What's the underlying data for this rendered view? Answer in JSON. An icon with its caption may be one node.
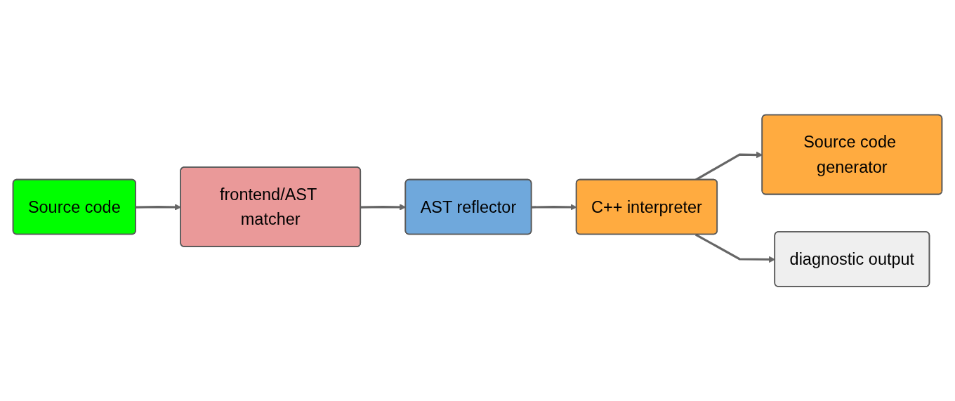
{
  "diagram": {
    "nodes": [
      {
        "text": [
          "Source code"
        ]
      },
      {
        "text": [
          "frontend/AST matcher"
        ]
      },
      {
        "text": [
          "AST reflector"
        ]
      },
      {
        "text": [
          "C++ interpreter"
        ]
      },
      {
        "text": [
          "Source code generator"
        ]
      },
      {
        "text": [
          "diagnostic output"
        ]
      }
    ],
    "edges": [
      {
        "from": 0,
        "to": 1,
        "arrow": "to"
      },
      {
        "from": 1,
        "to": 2,
        "arrow": "to"
      },
      {
        "from": 2,
        "to": 3,
        "arrow": "to"
      },
      {
        "from": 3,
        "to": 4,
        "arrow": "to"
      },
      {
        "from": 3,
        "to": 5,
        "arrow": "to"
      }
    ]
  }
}
